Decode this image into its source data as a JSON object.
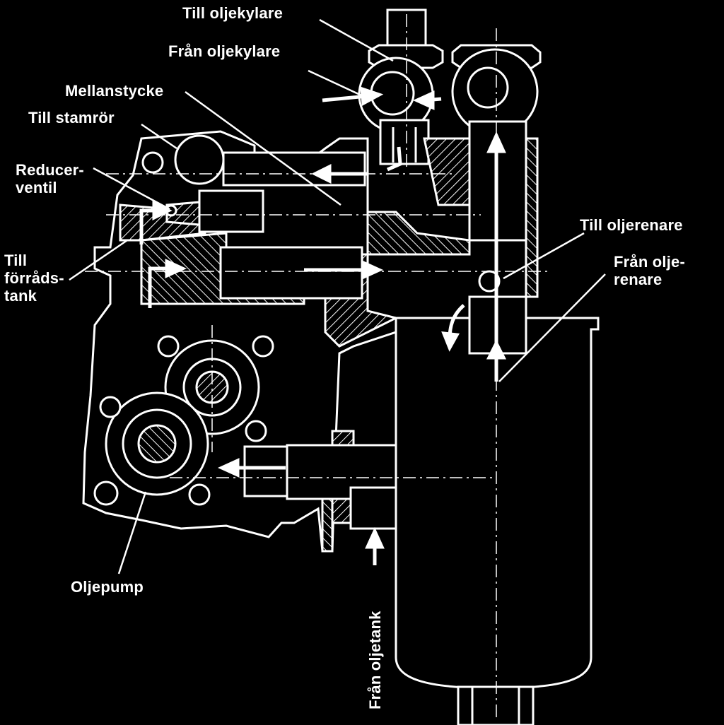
{
  "labels": {
    "till_oljekylare": "Till oljekylare",
    "fran_oljekylare": "Från oljekylare",
    "mellanstycke": "Mellanstycke",
    "till_stamror": "Till stamrör",
    "reducerventil": "Reducer-\nventil",
    "till_forradstank": "Till\nförråds-\ntank",
    "till_oljerenare": "Till oljerenare",
    "fran_oljerenare": "Från olje-\nrenare",
    "oljepump": "Oljepump",
    "fran_oljetank": "Från oljetank"
  },
  "colors": {
    "background": "#000000",
    "ink": "#ffffff"
  }
}
